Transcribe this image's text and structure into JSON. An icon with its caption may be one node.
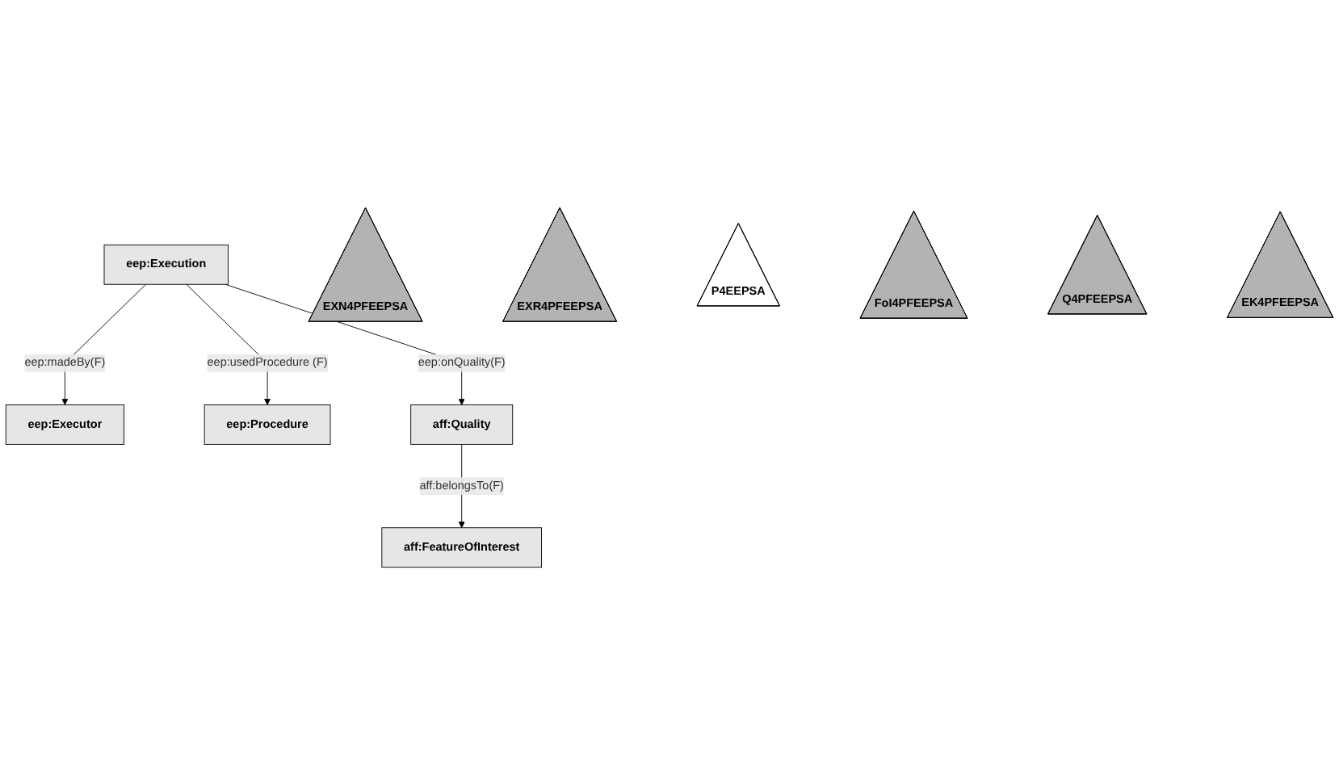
{
  "diagram": {
    "nodes": [
      {
        "text": [
          "eep:Execution"
        ]
      },
      {
        "text": [
          "eep:Executor"
        ]
      },
      {
        "text": [
          "eep:Procedure"
        ]
      },
      {
        "text": [
          "EXN4PFEEPSA"
        ]
      },
      {
        "text": [
          "EXR4PFEEPSA"
        ]
      },
      {
        "text": [
          "P4EEPSA"
        ]
      },
      {
        "text": [
          "aff:FeatureOfInterest"
        ]
      },
      {
        "text": [
          "aff:Quality"
        ]
      },
      {
        "text": [
          "FoI4PFEEPSA"
        ]
      },
      {
        "text": [
          "Q4PFEEPSA"
        ]
      },
      {
        "text": [
          "EK4PFEEPSA"
        ]
      }
    ],
    "edges": [
      {
        "from": 0,
        "to": 2,
        "arrow": "to",
        "label": "eep:usedProcedure (F)"
      },
      {
        "from": 0,
        "to": 1,
        "arrow": "to",
        "label": "eep:madeBy(F)"
      },
      {
        "from": 0,
        "to": 7,
        "arrow": "to",
        "label": "eep:onQuality(F)"
      },
      {
        "from": 7,
        "to": 6,
        "arrow": "to",
        "label": "aff:belongsTo(F)"
      }
    ]
  }
}
